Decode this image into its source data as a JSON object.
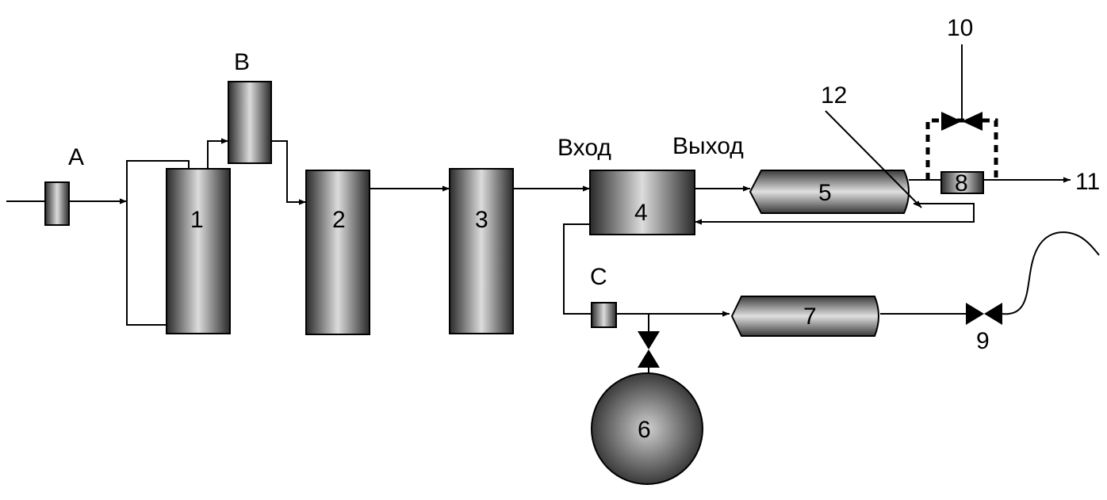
{
  "labels": {
    "A": "A",
    "B": "B",
    "C": "C",
    "inlet": "Вход",
    "outlet": "Выход",
    "n1": "1",
    "n2": "2",
    "n3": "3",
    "n4": "4",
    "n5": "5",
    "n6": "6",
    "n7": "7",
    "n8": "8",
    "n9": "9",
    "n10": "10",
    "n11": "11",
    "n12": "12"
  }
}
